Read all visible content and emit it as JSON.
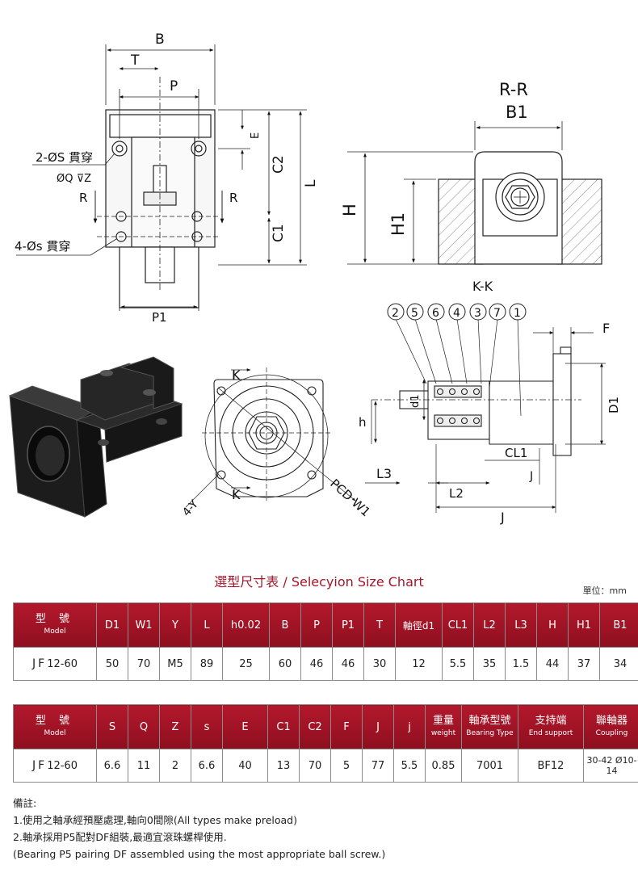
{
  "drawing_labels": {
    "front": {
      "B": "B",
      "T": "T",
      "P": "P",
      "S": "2-ØS 貫穿",
      "QZ": "ØQ ⊽Z",
      "R_left": "R",
      "R_right": "R",
      "s": "4-Øs 貫穿",
      "E": "E",
      "C2": "C2",
      "C1": "C1",
      "L": "L",
      "P1": "P1"
    },
    "rr": {
      "title": "R-R",
      "B1": "B1",
      "H": "H",
      "H1": "H1"
    },
    "kview": {
      "K_top": "K",
      "K_bottom": "K",
      "Y": "4-Y",
      "PCD": "PCD W1"
    },
    "kk": {
      "title": "K-K",
      "parts": [
        "2",
        "5",
        "6",
        "4",
        "3",
        "7",
        "1"
      ],
      "F": "F",
      "D1": "D1",
      "d1": "d1",
      "h": "h",
      "CL1": "CL1",
      "L3": "L3",
      "L2": "L2",
      "J": "J"
    }
  },
  "header": {
    "title": "選型尺寸表 / Selecyion Size Chart",
    "unit": "單位：mm"
  },
  "table1": {
    "headers": [
      {
        "main": "型  號",
        "sub": "Model"
      },
      {
        "main": "D1"
      },
      {
        "main": "W1"
      },
      {
        "main": "Y"
      },
      {
        "main": "L"
      },
      {
        "main": "h0.02"
      },
      {
        "main": "B"
      },
      {
        "main": "P"
      },
      {
        "main": "P1"
      },
      {
        "main": "T"
      },
      {
        "main": "軸徑d1"
      },
      {
        "main": "CL1"
      },
      {
        "main": "L2"
      },
      {
        "main": "L3"
      },
      {
        "main": "H"
      },
      {
        "main": "H1"
      },
      {
        "main": "B1"
      }
    ],
    "model": {
      "prefix": "JF",
      "suffix": "12-60"
    },
    "values": [
      "50",
      "70",
      "M5",
      "89",
      "25",
      "60",
      "46",
      "46",
      "30",
      "12",
      "5.5",
      "35",
      "1.5",
      "44",
      "37",
      "34"
    ]
  },
  "table2": {
    "headers": [
      {
        "main": "型  號",
        "sub": "Model"
      },
      {
        "main": "S"
      },
      {
        "main": "Q"
      },
      {
        "main": "Z"
      },
      {
        "main": "s"
      },
      {
        "main": "E"
      },
      {
        "main": "C1"
      },
      {
        "main": "C2"
      },
      {
        "main": "F"
      },
      {
        "main": "J"
      },
      {
        "main": "j"
      },
      {
        "main": "重量",
        "sub": "weight"
      },
      {
        "main": "軸承型號",
        "sub": "Bearing Type"
      },
      {
        "main": "支持端",
        "sub": "End support"
      },
      {
        "main": "聯軸器",
        "sub": "Coupling"
      }
    ],
    "model": {
      "prefix": "JF",
      "suffix": "12-60"
    },
    "values": [
      "6.6",
      "11",
      "2",
      "6.6",
      "40",
      "13",
      "70",
      "5",
      "77",
      "5.5",
      "0.85",
      "7001",
      "BF12",
      "30-42 Ø10-14"
    ]
  },
  "notes": [
    "備註:",
    "1.使用之軸承經預壓處理,軸向0間隙(All types make preload)",
    "2.軸承採用P5配對DF組裝,最適宜滾珠螺桿使用.",
    "(Bearing P5 pairing DF assembled using the most appropriate ball screw.)"
  ]
}
